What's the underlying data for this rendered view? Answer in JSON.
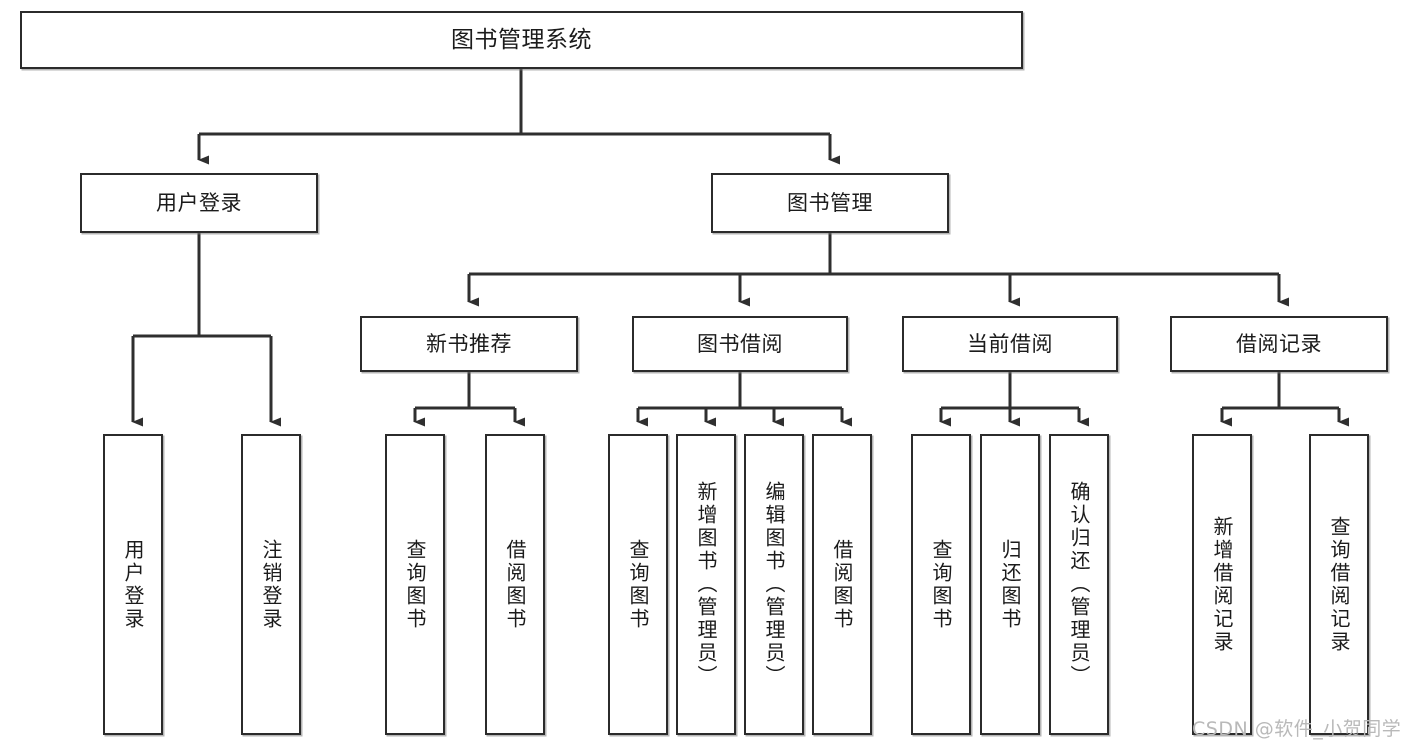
{
  "diagram": {
    "title": "图书管理系统",
    "type": "tree-hierarchy-chart",
    "watermark": "CSDN @软件_小贺同学",
    "colors": {
      "box_border": "#2b2b2b",
      "box_fill": "#ffffff",
      "connector": "#333333",
      "text": "#1b1b1b",
      "watermark": "#b9b9b9"
    },
    "levels": {
      "root": {
        "label": "图书管理系统"
      },
      "level2": [
        {
          "label": "用户登录"
        },
        {
          "label": "图书管理"
        }
      ],
      "level3": [
        {
          "label": "新书推荐"
        },
        {
          "label": "图书借阅"
        },
        {
          "label": "当前借阅"
        },
        {
          "label": "借阅记录"
        }
      ],
      "leaves": {
        "user_login": [
          {
            "label": "用户登录"
          },
          {
            "label": "注销登录"
          }
        ],
        "new_book_recommend": [
          {
            "label": "查询图书"
          },
          {
            "label": "借阅图书"
          }
        ],
        "book_borrow": [
          {
            "label": "查询图书"
          },
          {
            "label": "新增图书（管理员）"
          },
          {
            "label": "编辑图书（管理员）"
          },
          {
            "label": "借阅图书"
          }
        ],
        "current_borrow": [
          {
            "label": "查询图书"
          },
          {
            "label": "归还图书"
          },
          {
            "label": "确认归还（管理员）"
          }
        ],
        "borrow_record": [
          {
            "label": "新增借阅记录"
          },
          {
            "label": "查询借阅记录"
          }
        ]
      }
    }
  }
}
